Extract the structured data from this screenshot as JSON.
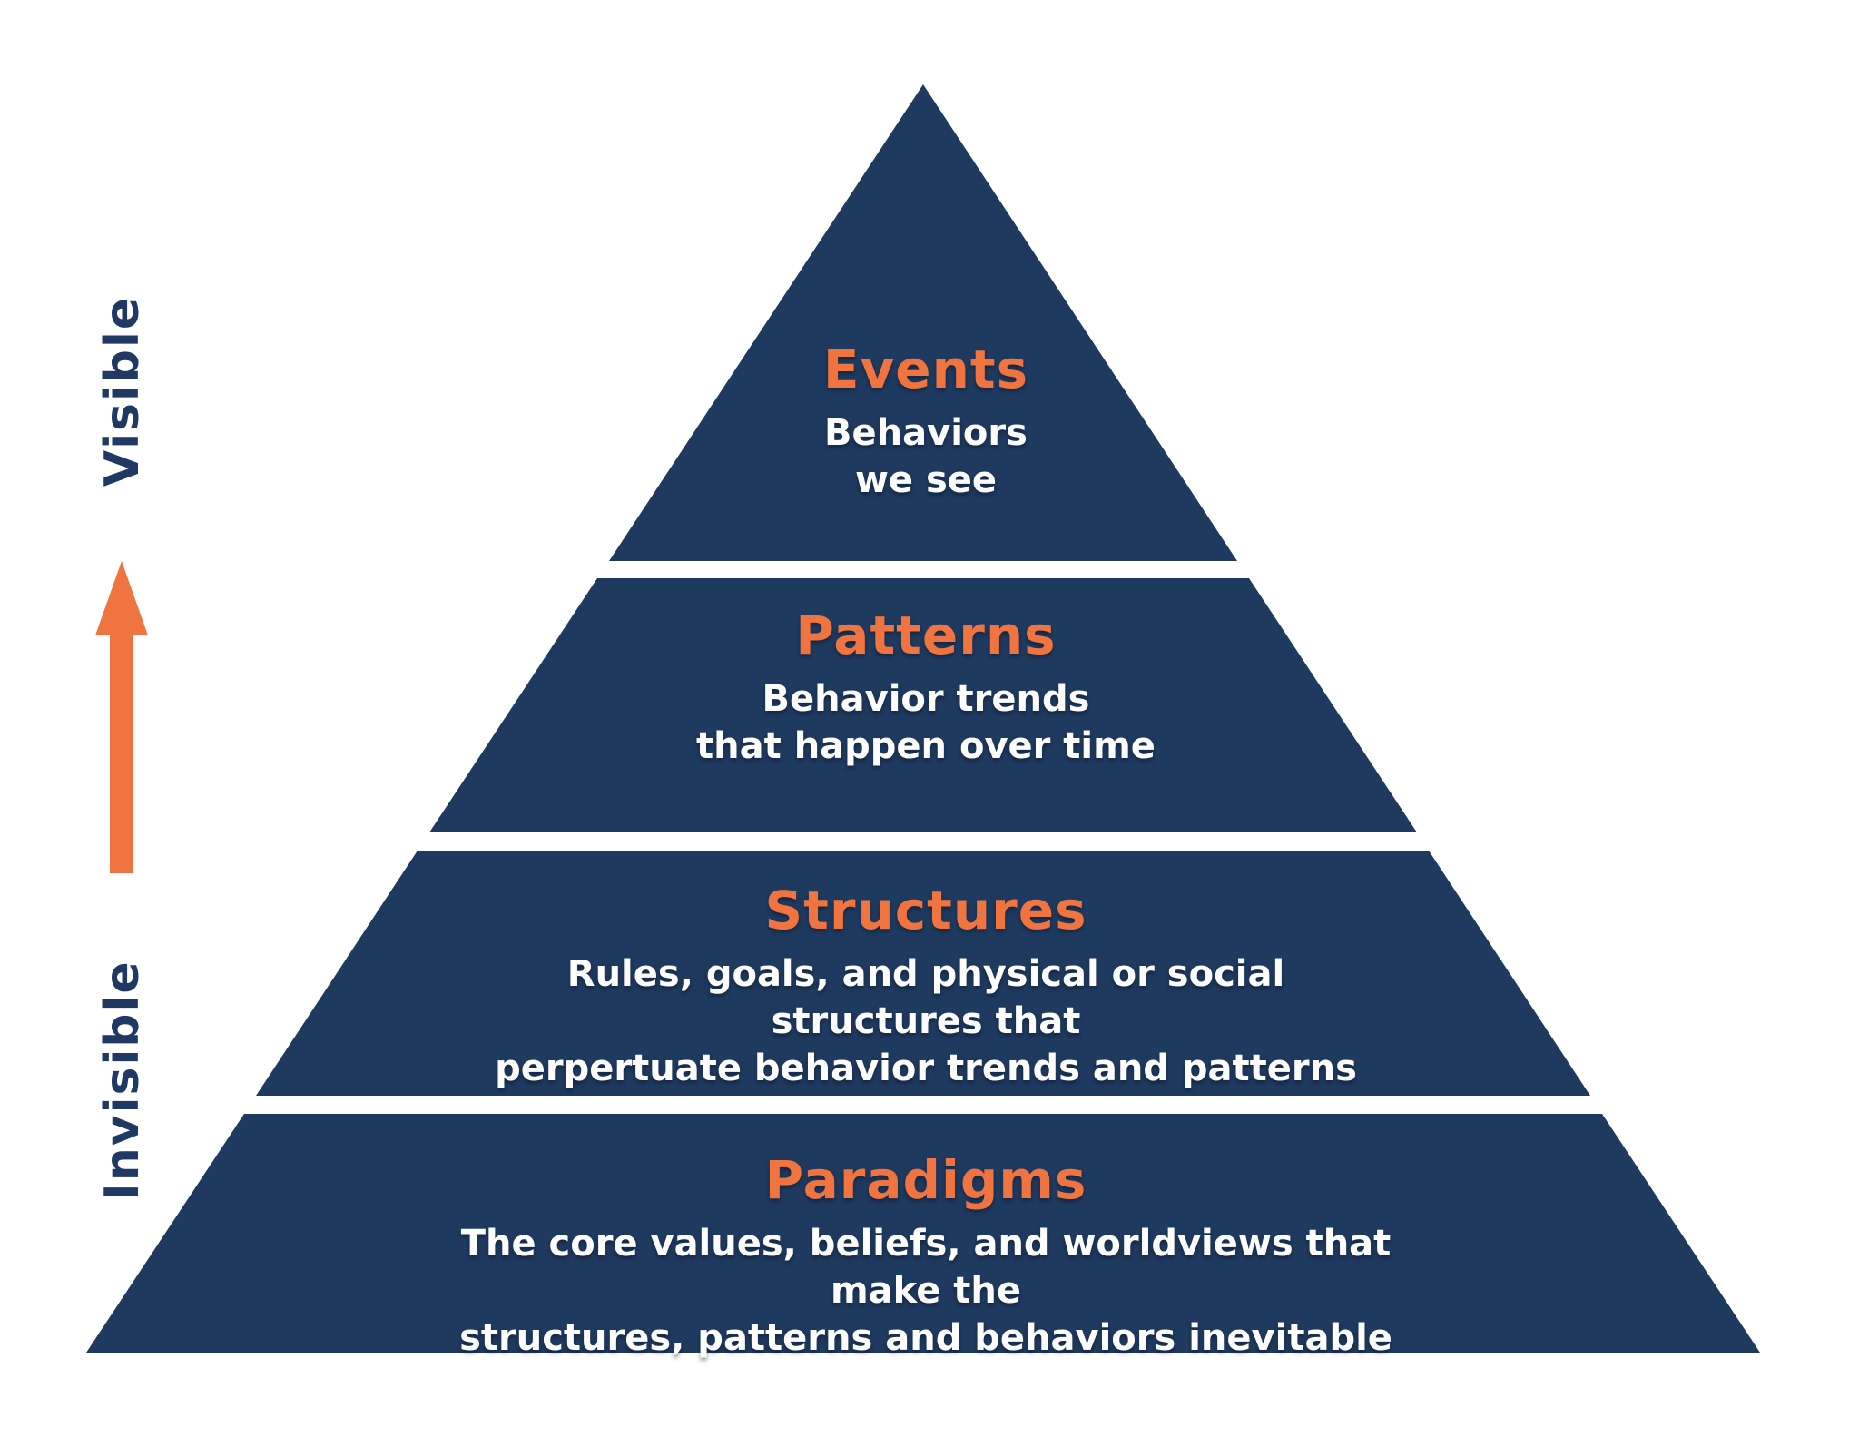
{
  "diagram": {
    "type": "pyramid",
    "levels": [
      {
        "id": "events",
        "title": "Events",
        "description": "Behaviors\nwe see"
      },
      {
        "id": "patterns",
        "title": "Patterns",
        "description": "Behavior trends\nthat happen over time"
      },
      {
        "id": "structures",
        "title": "Structures",
        "description": "Rules, goals, and physical or social structures that\nperpertuate behavior trends and patterns"
      },
      {
        "id": "paradigms",
        "title": "Paradigms",
        "description": "The core values, beliefs, and worldviews that make the\nstructures, patterns and behaviors inevitable"
      }
    ],
    "side": {
      "top_label": "Visible",
      "bottom_label": "Invisible",
      "arrow_direction": "up"
    },
    "colors": {
      "pyramid_fill": "#1F3A5F",
      "accent_orange": "#F0743F",
      "body_text": "#FCFCFA",
      "side_label_text": "#1F3864",
      "background": "#FFFFFF"
    }
  }
}
